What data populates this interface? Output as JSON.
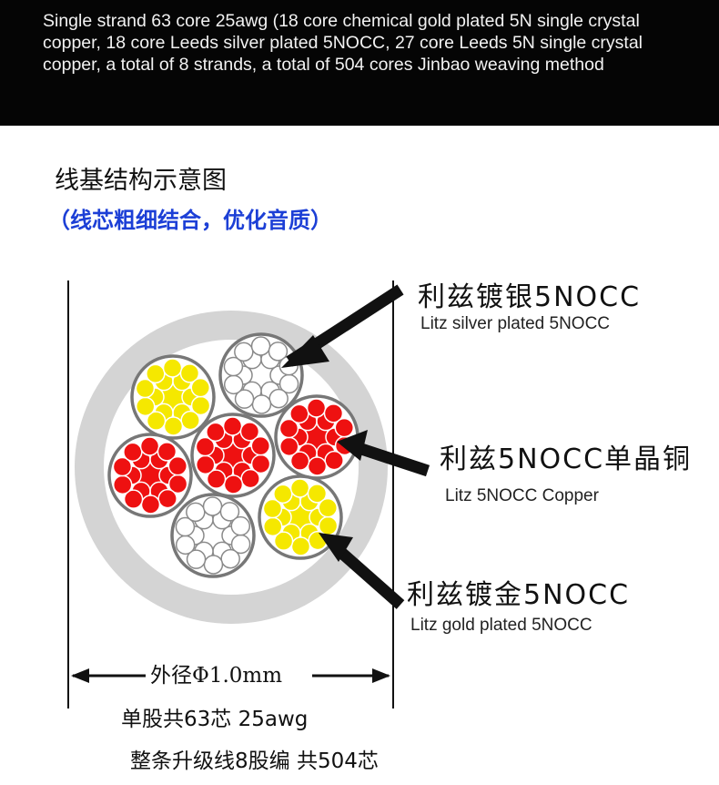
{
  "header": {
    "description": "Single strand 63 core 25awg (18 core chemical gold plated 5N single crystal copper, 18 core Leeds silver plated 5NOCC, 27 core Leeds 5N single crystal copper, a total of 8 strands, a total of 504 cores Jinbao weaving method"
  },
  "diagram": {
    "title": "线基结构示意图",
    "subtitle": "（线芯粗细结合，优化音质）",
    "labels": {
      "silver": {
        "cn": "利兹镀银5NOCC",
        "en": "Litz silver plated 5NOCC"
      },
      "copper": {
        "cn": "利兹5NOCC单晶铜",
        "en": "Litz 5NOCC Copper"
      },
      "gold": {
        "cn": "利兹镀金5NOCC",
        "en": "Litz gold plated 5NOCC"
      }
    },
    "dimension": "外径Φ1.0mm",
    "spec_line1": "单股共63芯 25awg",
    "spec_line2": "整条升级线8股编 共504芯"
  },
  "colors": {
    "header_bg": "#050505",
    "subtitle": "#1c3fd6",
    "jacket": "#d4d4d4",
    "gold_wire": "#f5e800",
    "copper_wire": "#ee1111",
    "silver_wire": "#ffffff"
  }
}
